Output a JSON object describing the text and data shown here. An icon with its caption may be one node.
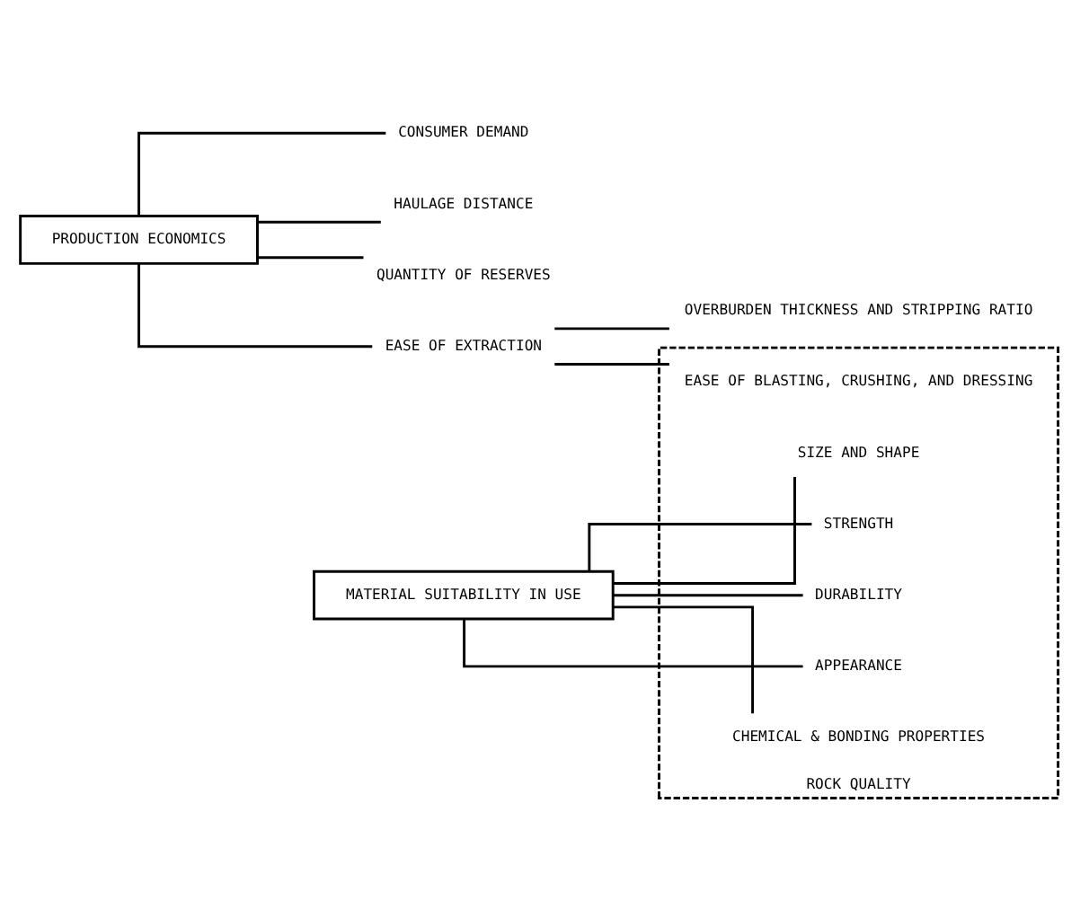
{
  "diagram": {
    "nodes": [
      {
        "text": [
          "PRODUCTION ECONOMICS"
        ]
      },
      {
        "text": [
          "CONSUMER DEMAND"
        ]
      },
      {
        "text": [
          "HAULAGE DISTANCE"
        ]
      },
      {
        "text": [
          "QUANTITY OF RESERVES"
        ]
      },
      {
        "text": [
          "EASE OF EXTRACTION"
        ]
      },
      {
        "text": [
          "OVERBURDEN THICKNESS AND STRIPPING RATIO"
        ]
      },
      {
        "text": [
          "ROCK QUALITY"
        ]
      },
      {
        "text": [
          "EASE OF BLASTING, CRUSHING, AND DRESSING"
        ],
        "in": 6
      },
      {
        "text": [
          "MATERIAL SUITABILITY IN USE"
        ]
      },
      {
        "text": [
          "SIZE AND SHAPE"
        ],
        "in": 6
      },
      {
        "text": [
          "STRENGTH"
        ],
        "in": 6
      },
      {
        "text": [
          "DURABILITY"
        ],
        "in": 6
      },
      {
        "text": [
          "APPEARANCE"
        ],
        "in": 6
      },
      {
        "text": [
          "CHEMICAL & BONDING PROPERTIES"
        ],
        "in": 6
      }
    ],
    "edges": [
      {
        "from": 0,
        "to": 1,
        "arrow": "none"
      },
      {
        "from": 0,
        "to": 2,
        "arrow": "none"
      },
      {
        "from": 0,
        "to": 3,
        "arrow": "none"
      },
      {
        "from": 0,
        "to": 4,
        "arrow": "none"
      },
      {
        "from": 4,
        "to": 5,
        "arrow": "none"
      },
      {
        "from": 4,
        "to": 7,
        "arrow": "none"
      },
      {
        "from": 8,
        "to": 9,
        "arrow": "none"
      },
      {
        "from": 8,
        "to": 10,
        "arrow": "none"
      },
      {
        "from": 8,
        "to": 11,
        "arrow": "none"
      },
      {
        "from": 8,
        "to": 12,
        "arrow": "none"
      },
      {
        "from": 8,
        "to": 13,
        "arrow": "none"
      }
    ]
  }
}
